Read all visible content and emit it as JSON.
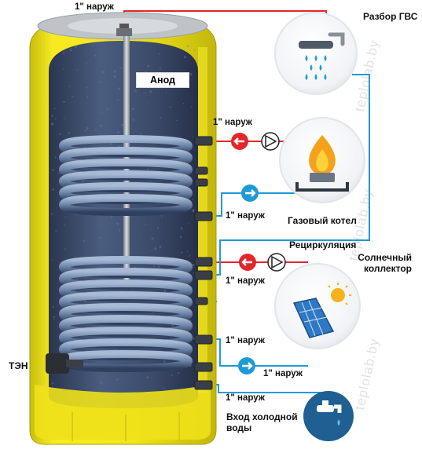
{
  "labels": {
    "top_fitting": "1\" наруж",
    "hot_water": "Разбор ГВС",
    "anode": "Анод",
    "gas_out": "1\" наруж",
    "gas_in": "1\" наруж",
    "gas_boiler": "Газовый котел",
    "recirculation": "Рециркуляция",
    "solar_out": "1\" наруж",
    "solar_collector": "Солнечный коллектор",
    "solar_in": "1\" наруж",
    "recirc_fitting": "1\" наруж",
    "heater": "ТЭН",
    "cold_fitting": "1\" наруж",
    "cold_water_in": "Вход холодной воды"
  },
  "watermark": "teplolab.by",
  "icons": [
    "shower-icon",
    "gas-flame-icon",
    "solar-panel-icon",
    "faucet-icon",
    "pump-icon",
    "flow-arrow-icon"
  ],
  "colors": {
    "hot_line": "#e4262b",
    "cold_line": "#1e9ad6",
    "tank_shell": "#f2e61a",
    "tank_inner": "#3d4f6e",
    "coil": "#6d86a8"
  }
}
